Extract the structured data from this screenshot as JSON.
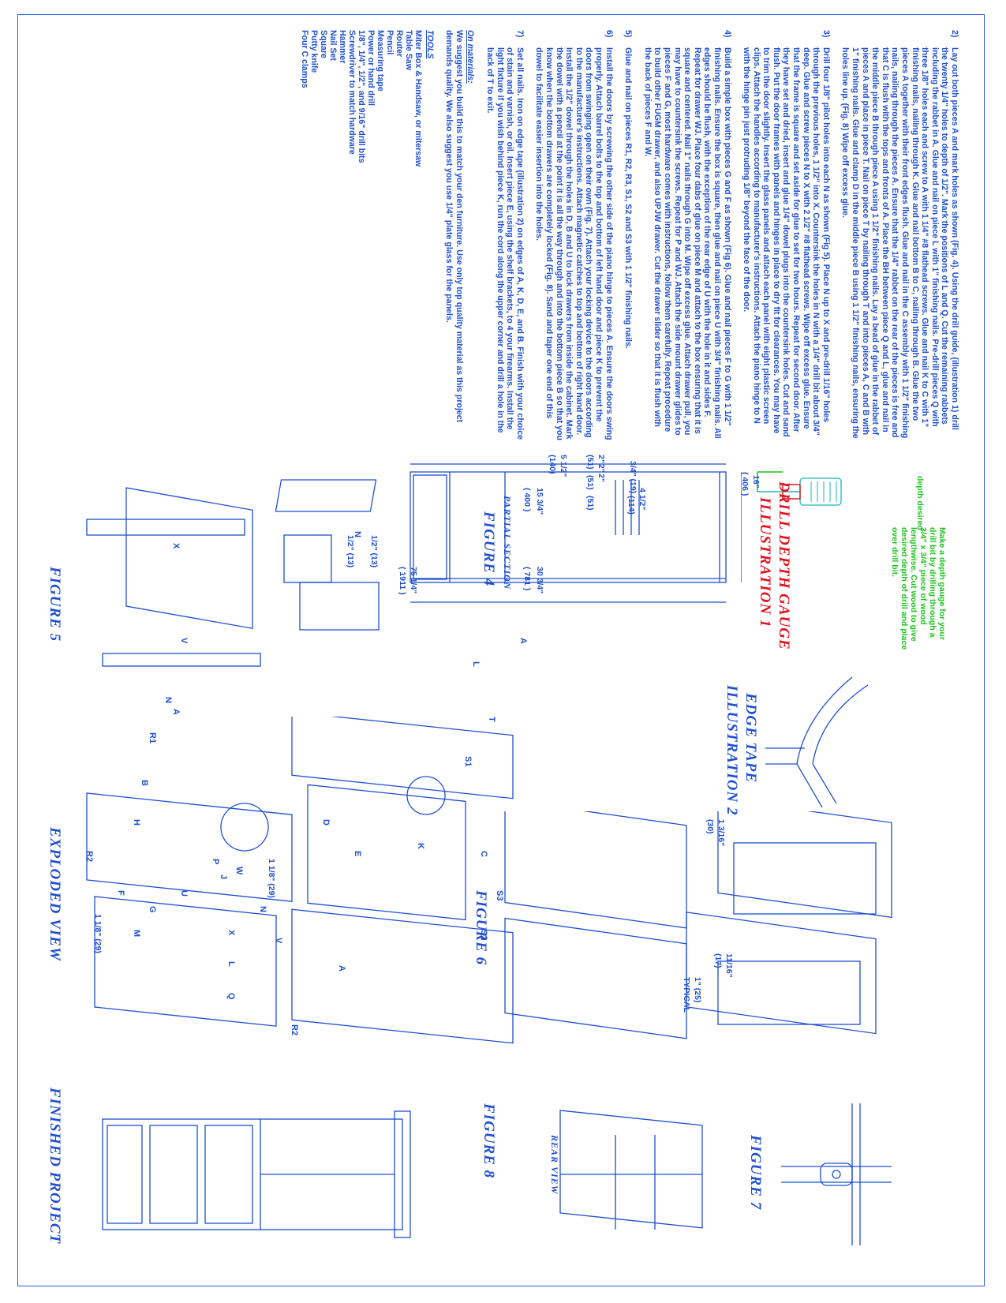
{
  "instructions": {
    "steps": [
      {
        "num": "2)",
        "text": "Lay out both pieces A and mark holes as shown (Fig. 4). Using the drill guide, (illustration 1) drill the twenty 1/4\" holes to depth of 1/2\". Mark the positions of L and Q. Cut the remaining rabbets including the rabbet in A. Glue and nail on piece L with 1\" finishing nails. Pre-drill pieces Q with three 1/8\" holes each and screw to A with 1 1/4\" #8 flathead screws. Glue and nail K to C with 1\" finishing nails, nailing through K. Glue and nail bottom B to C, nailing through B. Glue the two pieces A together with their front edges flush. Glue and nail in the C assembly with 1 1/2\" finishing nails, nailing through the pieces A. Ensure that the 1/4\" rabbet on the rear of the pieces is free and that C is flush with the tops and fronts of A. Place the BH between piece Q and L, glue and nail in the middle piece B through piece A using 1 1/2\" finishing nails. Lay a bead of glue in the rabbet of pieces A and place in piece T. Nail on piece T by nailing through T and into pieces A, C and B with 1\" finishing nails. Glue and clamp D in the middle piece B using 1 1/2\" finishing nails, ensuring the holes line up. (Fig. 8) Wipe off excess glue."
      },
      {
        "num": "3)",
        "text": "Drill four 1/8\" pilot holes into each N as shown (Fig 5). Place N up to X and pre-drill 1/16\" holes through the previous holes, 1 1/2\" into X. Countersink the holes in N with a 1/4\" drill bit about 3/4\" deep. Glue and screw pieces N to X with 2 1/2\" #8 flathead screws. Wipe off excess glue. Ensure that the frame is square and set aside for glue to set for two hours. Repeat for second door. After they have set and dried, insert and glue 1/4\" dowel plugs into the countersink holes. Cut and sand flush. Put the door frames with panels and hinges in place to dry fit for clearances. You may have to trim the door slightly. Insert the glass panels and attach each panel with eight plastic screen clips. Attach the handles according to manufacturer's instructions. Attach the piano hinge to N with the hinge pin just protruding 1/8\" beyond the face of the door."
      },
      {
        "num": "4)",
        "text": "Build a simple box with pieces G and F as shown (Fig 6). Glue and nail pieces F to G with 1 1/2\" finishing nails. Ensure the box is square, then glue and nail on piece U with 3/4\" finishing nails. All edges should be flush, with the exception of the rear edge of U with the hole in it and sides F. Repeat for drawer WJ. Place four dabs of glue on piece M and attach to the box ensuring that it is square and centered. Nail 1\" nails through G into M. Wipe off excess glue. Attach drawer pull, you may have to countersink the screws. Repeat for P and WJ. Attach the side mount drawer glides to pieces F and G, most hardware comes with instructions, follow them carefully. Repeat procedure to build other FUGM drawer, and also UPJW drawer. Cut the drawer slider so that it is flush with the back of pieces F and W."
      },
      {
        "num": "5)",
        "text": "Glue and nail on pieces R1, R2, R3, S1, S2 and S3 with 1 1/2\" finishing nails."
      },
      {
        "num": "6)",
        "text": "Install the doors by screwing the other side of the piano hinge to pieces A. Ensure the doors swing properly. Attach barrel bolts to the top and bottom of left hand door and piece K to prevent the doors from swinging open on their own (Fig. 7). Attach your locking device to the doors according to the manufacturer's instructions. Attach magnetic catches to top and bottom of right hand door. Install the 1/2\" dowel through the holes in D, B and U to lock drawers from inside the cabinet. Mark the dowel with a pencil at the point it is all the way through and into the bottom piece B so that you know when the bottom drawers are completely locked (Fig. 8). Sand and taper one end of this dowel to facilitate easier insertion into the holes."
      },
      {
        "num": "7)",
        "text": "Set all nails. Iron on edge tape (illustration 2) on edges of A, K, D, E, and B. Finish with your choice of stain and varnish, or oil. Insert piece E, using the shelf brackets, to 4 your firearms. Install the light fixture if you wish behind piece K, run the cord along the upper corner and drill a hole in the back of T to exit."
      }
    ],
    "materials_heading": "On materials:",
    "materials_text": "We suggest you build this to match your den furniture. Use only top quality material as this project demands quality. We also suggest you use 1/4\" plate glass for the panels.",
    "tools_heading": "TOOLS",
    "tools": [
      "Miter Box & Handsaw, or mitersaw",
      "Table Saw",
      "Router",
      "Pencil",
      "Measuring tape",
      "Power or hand drill",
      "1/8\", 1/4\", 1/2\", and 9/16\" drill bits",
      "Screwdriver to match hardware",
      "Hammer",
      "Nail Set",
      "Square",
      "Putty knife",
      "Four C clamps"
    ]
  },
  "captions": {
    "drill_gauge_1": "DRILL DEPTH GAUGE",
    "drill_gauge_2": "ILLUSTRATION 1",
    "edge_tape_1": "EDGE TAPE",
    "edge_tape_2": "ILLUSTRATION 2",
    "figure4": "FIGURE 4",
    "partial_section": "PARTIAL SECTION",
    "figure5": "FIGURE 5",
    "figure6": "FIGURE 6",
    "figure7": "FIGURE 7",
    "figure8": "FIGURE 8",
    "rear_view": "REAR VIEW",
    "exploded_view": "EXPLODED VIEW",
    "finished_project": "FINISHED PROJECT"
  },
  "gauge_note": "Make a depth gauge for your drill bit by drilling through a 3/4\" x 3/4\" piece of wood lengthwise. Cut wood to give desired depth of drill and place over drill bit.",
  "depth_label": "depth desired",
  "dimensions": {
    "d16": "16\"",
    "d406": "( 406 )",
    "d34": "3/4\" (19)",
    "d4half": "4 1/2\"",
    "d114": "(114)",
    "d2a": "2\"",
    "d2b": "2\"",
    "d2c": "2\"",
    "d5a": "(51)",
    "d5b": "(51)",
    "d5c": "(51)",
    "d5half": "5 1/2\"",
    "d140": "(140)",
    "d15": "15 3/4\"",
    "d400": "( 400 )",
    "d30": "30 3/4\"",
    "d781": "( 781 )",
    "d75": "75 1/4\"",
    "d1911": "( 1911 )",
    "fig5_half1": "1/2\" (13)",
    "fig5_half2": "1/2\" (13)",
    "fig6_a": "1 3/16\"",
    "fig6_b": "(30)",
    "fig6_c": "11/16\"",
    "fig6_d": "(17)",
    "fig6_e": "1\" (25)",
    "fig6_f": "TYPICAL",
    "exp_a": "1 1/8\" (29)",
    "exp_b": "1 1/8\" (29)"
  },
  "parts": {
    "n": "N",
    "x": "X",
    "v": "V",
    "a": "A",
    "l": "L",
    "t": "T",
    "c": "C",
    "k": "K",
    "b": "B",
    "d": "D",
    "e": "E",
    "h": "H",
    "u": "U",
    "g": "G",
    "f": "F",
    "m": "M",
    "j": "J",
    "p": "P",
    "w": "W",
    "q": "Q",
    "r1": "R1",
    "r2": "R2",
    "s1": "S1",
    "s2": "S2",
    "s3": "S3"
  }
}
